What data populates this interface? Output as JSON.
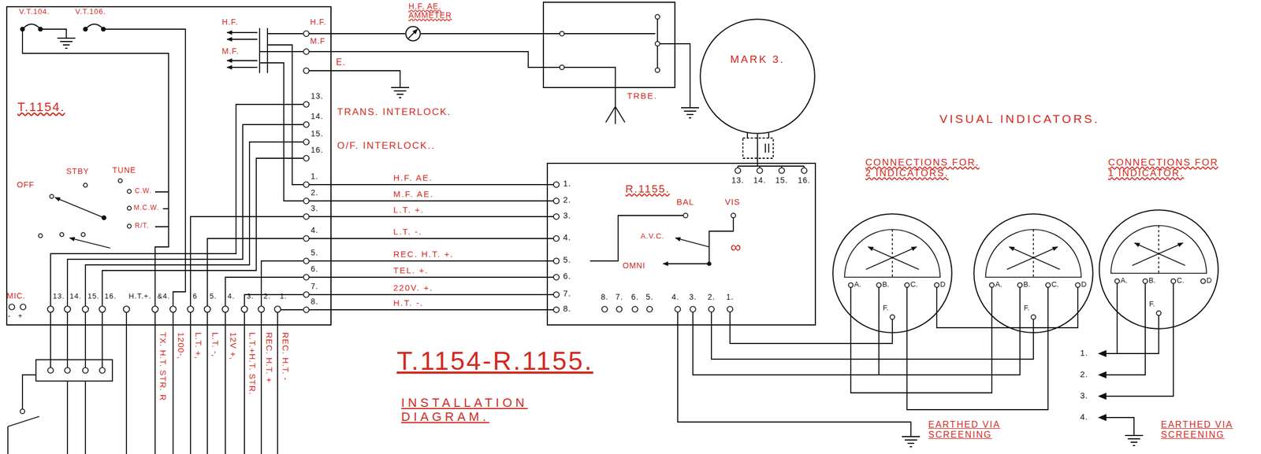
{
  "diagram": {
    "title": "T.1154-R.1155.",
    "caption": "INSTALLATION DIAGRAM.",
    "nodes": [
      {
        "text": [
          "T.1154."
        ]
      },
      {
        "text": [
          "H.F. AE. AMMETER"
        ]
      },
      {
        "text": [
          "TRBE."
        ]
      },
      {
        "text": [
          "MARK 3."
        ]
      },
      {
        "text": [
          "R.1155."
        ]
      },
      {
        "text": [
          "A.",
          "B.",
          "C.",
          "D",
          "F."
        ]
      },
      {
        "text": [
          "A.",
          "B.",
          "C.",
          "D",
          "F."
        ]
      },
      {
        "text": [
          "A.",
          "B.",
          "C.",
          "D",
          "F."
        ]
      }
    ],
    "edges": [
      {
        "from": 0,
        "to": 1,
        "arrow": "none"
      },
      {
        "from": 1,
        "to": 2,
        "arrow": "none"
      },
      {
        "from": 0,
        "to": 2,
        "arrow": "none"
      },
      {
        "from": 0,
        "to": 4,
        "label": "H.F. AE.",
        "arrow": "none"
      },
      {
        "from": 0,
        "to": 4,
        "label": "M.F. AE.",
        "arrow": "none"
      },
      {
        "from": 0,
        "to": 4,
        "label": "L.T. +.",
        "arrow": "none"
      },
      {
        "from": 0,
        "to": 4,
        "label": "L.T. -.",
        "arrow": "none"
      },
      {
        "from": 0,
        "to": 4,
        "label": "REC. H.T. +.",
        "arrow": "none"
      },
      {
        "from": 0,
        "to": 4,
        "label": "TEL. +.",
        "arrow": "none"
      },
      {
        "from": 0,
        "to": 4,
        "label": "220V. +.",
        "arrow": "none"
      },
      {
        "from": 0,
        "to": 4,
        "label": "H.T. -.",
        "arrow": "none"
      },
      {
        "from": 3,
        "to": 4,
        "arrow": "none"
      },
      {
        "from": 4,
        "to": 5,
        "arrow": "none"
      },
      {
        "from": 4,
        "to": 6,
        "arrow": "none"
      }
    ],
    "labels": [
      "V.T.104.",
      "V.T.106.",
      "H.F.",
      "M.F.",
      "H.F.",
      "M.F",
      "E.",
      "13.",
      "14.",
      "15.",
      "16.",
      "TRANS. INTERLOCK.",
      "O/F. INTERLOCK..",
      "1.",
      "2.",
      "3.",
      "4.",
      "5.",
      "6.",
      "7.",
      "8.",
      "STBY",
      "TUNE",
      "OFF",
      "C.W.",
      "M.C.W.",
      "R/T.",
      "MIC.",
      "- +",
      "13.",
      "14.",
      "15.",
      "16.",
      "H.T.+.",
      "&4.",
      "6",
      "5.",
      "4.",
      "3.",
      "2.",
      "1.",
      "TX. H.T. STR. R",
      "1200-,",
      "L.T. +,",
      "L.T. -,",
      "12V +,",
      "L.T.+H.T. STR.",
      "REC. H.T. +",
      "REC. H.T. -",
      "BAL",
      "VIS",
      "A.V.C.",
      "OMNI",
      "∞",
      "1.",
      "2.",
      "3.",
      "4.",
      "5.",
      "6.",
      "7.",
      "8.",
      "13.",
      "14.",
      "15.",
      "16.",
      "8.",
      "7.",
      "6.",
      "5.",
      "4.",
      "3.",
      "2.",
      "1.",
      "VISUAL INDICATORS.",
      "CONNECTIONS FOR. 2 INDICATORS.",
      "CONNECTIONS FOR 1 INDICATOR.",
      "1.",
      "2.",
      "3.",
      "4.",
      "EARTHED VIA SCREENING",
      "EARTHED VIA SCREENING"
    ]
  }
}
